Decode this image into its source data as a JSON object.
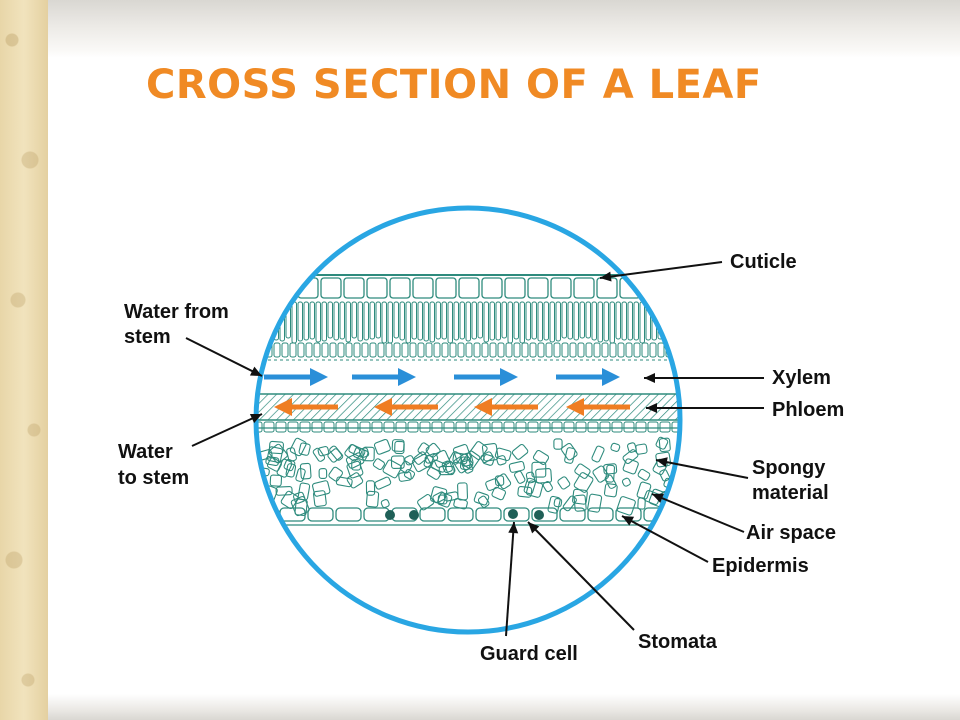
{
  "title": "CROSS SECTION OF A LEAF",
  "colors": {
    "title": "#f08a24",
    "outline": "#29a6e3",
    "cells": "#2e8b7d",
    "water_from_stem_arrows": "#2a8fd8",
    "water_to_stem_arrows": "#ef7d22",
    "leader_lines": "#111111"
  },
  "labels": {
    "cuticle": "Cuticle",
    "xylem": "Xylem",
    "phloem": "Phloem",
    "spongy_line1": "Spongy",
    "spongy_line2": "material",
    "air_space": "Air space",
    "epidermis": "Epidermis",
    "stomata": "Stomata",
    "guard_cell": "Guard cell",
    "water_from_line1": "Water from",
    "water_from_line2": "stem",
    "water_to_line1": "Water",
    "water_to_line2": "to stem"
  }
}
